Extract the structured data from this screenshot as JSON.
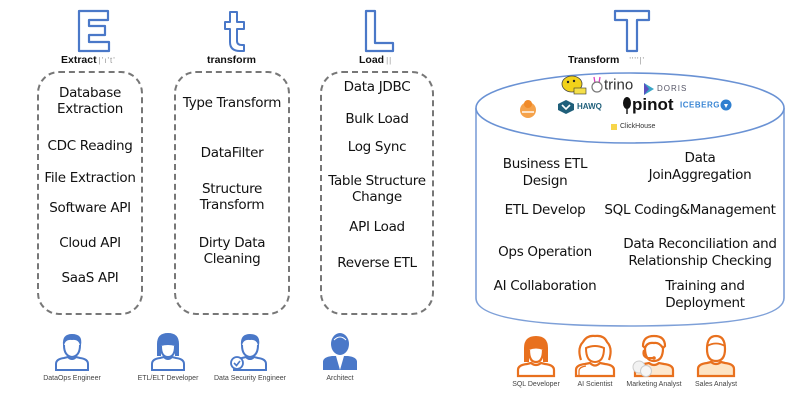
{
  "colors": {
    "accent_blue": "#4a78c8",
    "accent_orange": "#e8701e",
    "dash_border": "#777777",
    "text": "#111111"
  },
  "stages": {
    "extract": {
      "letter": "E",
      "title": "Extract",
      "title_suffix": "|'ı't'",
      "items": [
        "Database Extraction",
        "CDC Reading",
        "File Extraction",
        "Software API",
        "Cloud API",
        "SaaS API"
      ]
    },
    "transform_small": {
      "letter": "t",
      "title": "transform",
      "items": [
        "Type Transform",
        "DataFilter",
        "Structure Transform",
        "Dirty Data Cleaning"
      ]
    },
    "load": {
      "letter": "L",
      "title": "Load",
      "title_suffix": "||",
      "items": [
        "Data JDBC",
        "Bulk Load",
        "Log Sync",
        "Table Structure Change",
        "API Load",
        "Reverse ETL"
      ]
    },
    "transform_big": {
      "letter": "T",
      "title": "Transform",
      "title_suffix": "''''|'",
      "logos": [
        "hive-logo",
        "trino",
        "DORIS",
        "spark-logo",
        "HAWQ",
        "pinot",
        "ICEBERG",
        "ClickHouse"
      ],
      "left_items": [
        "Business ETL Design",
        "ETL Develop",
        "Ops Operation",
        "AI Collaboration"
      ],
      "right_items": [
        "Data JoinAggregation",
        "SQL Coding&Management",
        "Data Reconciliation and Relationship Checking",
        "Training and Deployment"
      ]
    }
  },
  "roles_blue": [
    {
      "label": "DataOps Engineer",
      "icon": "male-user-icon"
    },
    {
      "label": "ETL/ELT Developer",
      "icon": "female-user-icon"
    },
    {
      "label": "Data Security Engineer",
      "icon": "verified-user-icon"
    },
    {
      "label": "Architect",
      "icon": "suited-user-icon"
    }
  ],
  "roles_orange": [
    {
      "label": "SQL Developer",
      "icon": "female-user-icon"
    },
    {
      "label": "AI Scientist",
      "icon": "curly-hair-user-icon"
    },
    {
      "label": "Marketing Analyst",
      "icon": "headset-user-icon"
    },
    {
      "label": "Sales Analyst",
      "icon": "user-icon"
    }
  ]
}
